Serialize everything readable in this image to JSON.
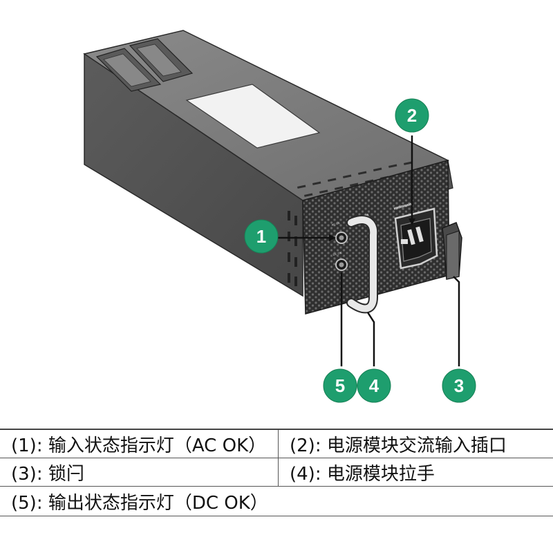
{
  "callouts": [
    "1",
    "2",
    "3",
    "4",
    "5"
  ],
  "panel_labels": {
    "ac_ok": "AC OK",
    "dc_ok": "DC OK"
  },
  "colors": {
    "callout_green": "#1e9e6e",
    "body_dark": "#4a4a4a",
    "body_light": "#7a7a7a",
    "panel": "#3a3a3a"
  },
  "legend": {
    "item1": "(1): 输入状态指示灯（AC OK）",
    "item2": "(2): 电源模块交流输入插口",
    "item3": "(3): 锁闩",
    "item4": "(4): 电源模块拉手",
    "item5": "(5): 输出状态指示灯（DC OK）"
  }
}
